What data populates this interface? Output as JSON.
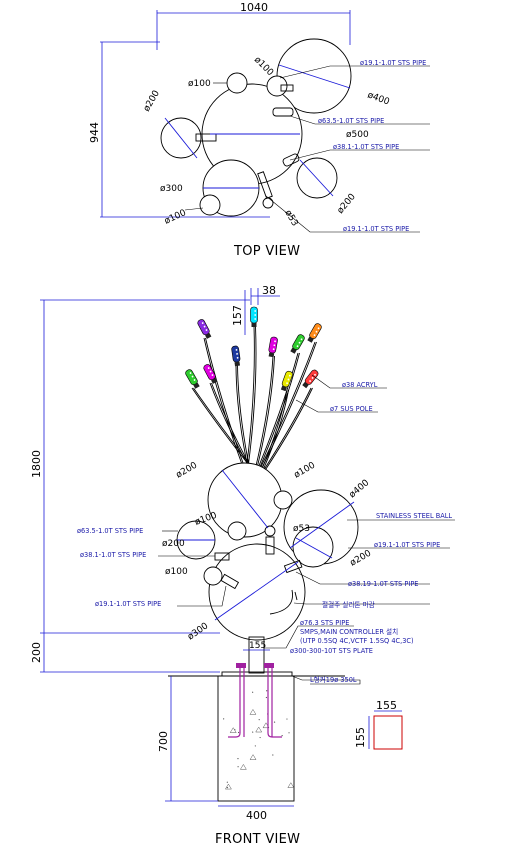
{
  "top_view": {
    "title": "TOP VIEW",
    "dim_width": "1040",
    "dim_height": "944",
    "labels": {
      "d100_a": "ø100",
      "d100_b": "ø100",
      "d100_c": "ø100",
      "d200_a": "ø200",
      "d200_b": "ø200",
      "d300": "ø300",
      "d400": "ø400",
      "d500": "ø500",
      "d53": "ø53",
      "pipe_19_top": "ø19.1-1.0T STS PIPE",
      "pipe_63": "ø63.5-1.0T STS PIPE",
      "pipe_38": "ø38.1-1.0T STS PIPE",
      "pipe_19_bottom": "ø19.1-1.0T STS PIPE"
    }
  },
  "front_view": {
    "title": "FRONT VIEW",
    "dim_total_height": "1800",
    "dim_base": "200",
    "dim_footing": "700",
    "dim_footing_width": "400",
    "dim_col_width": "155",
    "dim_top_157": "157",
    "dim_top_38": "38",
    "detail_w": "155",
    "detail_h": "155",
    "labels": {
      "acryl": "ø38 ACRYL",
      "sus_pole": "ø7 SUS POLE",
      "d200_a": "ø200",
      "d100_a": "ø100",
      "d400": "ø400",
      "ball": "STAINLESS STEEL BALL",
      "pipe_63": "ø63.5-1.0T STS PIPE",
      "d200_b": "ø200",
      "d100_b": "ø100",
      "d53": "ø53",
      "pipe_19_right": "ø19.1-1.0T STS PIPE",
      "pipe_38": "ø38.1-1.0T STS PIPE",
      "d200_c": "ø200",
      "d100_c": "ø100",
      "pipe_38_19": "ø38.19-1.0T STS PIPE",
      "pipe_19_left": "ø19.1-1.0T STS PIPE",
      "korean_1": "절걸주 실리톤 마감",
      "d300": "ø300",
      "pipe_763": "ø76.3 STS PIPE",
      "smps_1": "SMPS,MAIN CONTROLLER 설치",
      "smps_2": "(UTP 0.5SQ 4C,VCTF 1.5SQ 4C,3C)",
      "plate": "ø300-300-10T STS PLATE",
      "anchor": "L형커19ø 350L"
    }
  },
  "colors": {
    "dimension_blue": "#1a1ad8",
    "lamp_purple": "#8a2be2",
    "lamp_cyan": "#00e5ff",
    "lamp_navy": "#1e3aa0",
    "lamp_magenta": "#e000e0",
    "lamp_green": "#2ecc2e",
    "lamp_orange": "#ff8c1a",
    "lamp_yellow": "#e8e800",
    "lamp_red": "#ff3b3b",
    "anchor_bolt": "#a020a0",
    "detail_square": "#cc0000"
  }
}
